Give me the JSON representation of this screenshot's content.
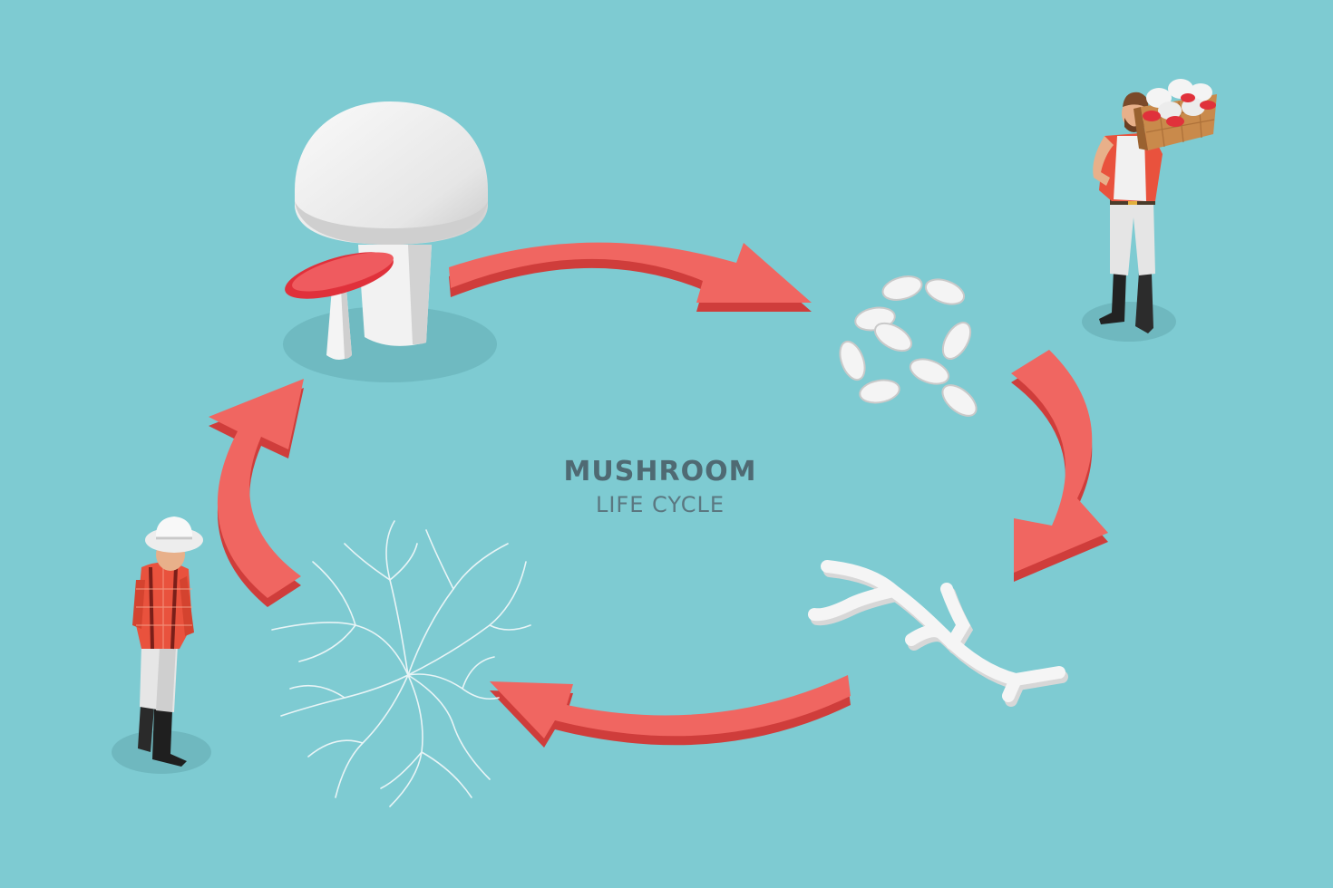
{
  "diagram": {
    "title": "MUSHROOM",
    "subtitle": "LIFE CYCLE",
    "stages": [
      {
        "name": "mature mushroom"
      },
      {
        "name": "spores"
      },
      {
        "name": "germinating hyphae"
      },
      {
        "name": "mycelium network"
      }
    ],
    "arrows": [
      {
        "from": "mature mushroom",
        "to": "spores"
      },
      {
        "from": "spores",
        "to": "germinating hyphae"
      },
      {
        "from": "germinating hyphae",
        "to": "mycelium network"
      },
      {
        "from": "mycelium network",
        "to": "mature mushroom"
      }
    ],
    "people": [
      {
        "name": "farmer with hat"
      },
      {
        "name": "picker with basket"
      }
    ]
  },
  "colors": {
    "background": "#7ecbd2",
    "arrow_top": "#f06661",
    "arrow_side": "#cf3d3b",
    "mushroom_cap": "#e9e9e9",
    "mushroom_red": "#e0313b",
    "title_text": "#4f6a73"
  }
}
